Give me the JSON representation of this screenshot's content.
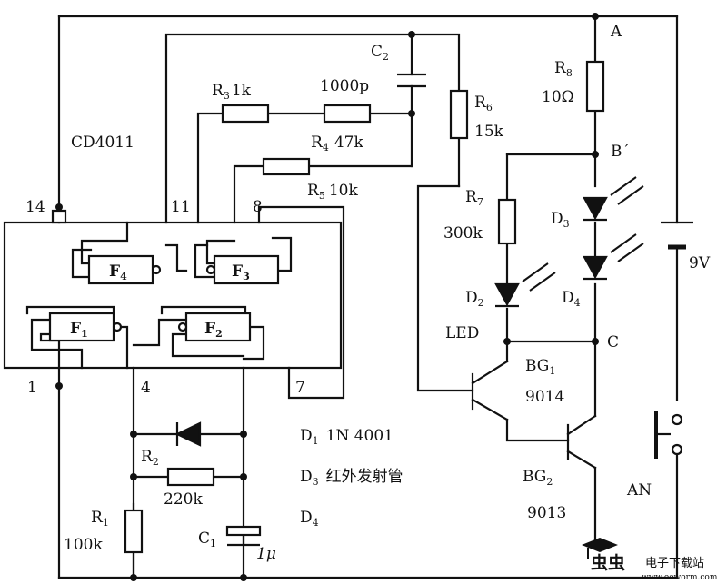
{
  "ic": {
    "name": "CD4011",
    "pin14": "14",
    "pin11": "11",
    "pin8": "8",
    "pin1": "1",
    "pin4": "4",
    "pin7": "7"
  },
  "gates": {
    "f1": "F",
    "f1_sub": "1",
    "f2": "F",
    "f2_sub": "2",
    "f3": "F",
    "f3_sub": "3",
    "f4": "F",
    "f4_sub": "4"
  },
  "components": {
    "r1": {
      "name": "R",
      "sub": "1",
      "value": "100k"
    },
    "r2": {
      "name": "R",
      "sub": "2",
      "value": "220k"
    },
    "r3": {
      "name": "R",
      "sub": "3",
      "value": "1k"
    },
    "r4": {
      "name": "R",
      "sub": "4",
      "value": "47k"
    },
    "r5": {
      "name": "R",
      "sub": "5",
      "value": "10k"
    },
    "r6": {
      "name": "R",
      "sub": "6",
      "value": "15k"
    },
    "r7": {
      "name": "R",
      "sub": "7",
      "value": "300k"
    },
    "r8": {
      "name": "R",
      "sub": "8",
      "value": "10Ω"
    },
    "c1": {
      "name": "C",
      "sub": "1",
      "value": "1μ"
    },
    "c2": {
      "name": "C",
      "sub": "2",
      "value": "1000p"
    },
    "d2": {
      "name": "D",
      "sub": "2",
      "type": "LED"
    },
    "d3": {
      "name": "D",
      "sub": "3"
    },
    "d4": {
      "name": "D",
      "sub": "4"
    },
    "bg1": {
      "name": "BG",
      "sub": "1",
      "model": "9014"
    },
    "bg2": {
      "name": "BG",
      "sub": "2",
      "model": "9013"
    },
    "battery": {
      "value": "9V"
    },
    "switch": {
      "name": "AN"
    }
  },
  "nodes": {
    "a": "A",
    "b": "B´",
    "c": "C"
  },
  "legend": {
    "d1_name": "D",
    "d1_sub": "1",
    "d1_text": "1N 4001",
    "d3_name": "D",
    "d3_sub": "3",
    "d3_text": "红外发射管",
    "d4_name": "D",
    "d4_sub": "4"
  },
  "watermark": {
    "logo": "虫虫",
    "text": "电子下载站",
    "url": "www.eeworm.com"
  }
}
